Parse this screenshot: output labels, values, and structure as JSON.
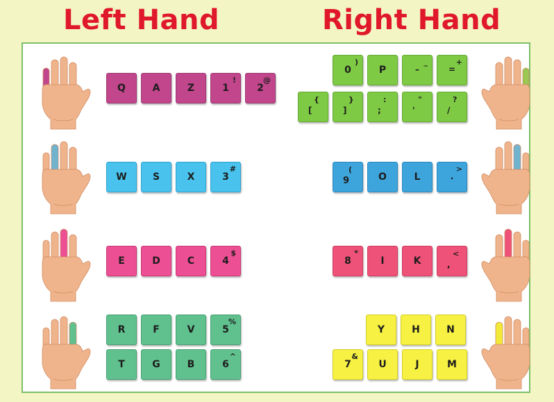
{
  "titles": {
    "left": "Left Hand",
    "right": "Right Hand"
  },
  "colors": {
    "title": "#e0192a",
    "panel_border": "#7bbf67",
    "background": "#f4f5c4",
    "pinky_left": "#c1468c",
    "pinky_right": "#7fca45",
    "ring_left": "#49c3ee",
    "ring_right": "#3ea4dc",
    "middle_left": "#ec4f93",
    "middle_right": "#ee5278",
    "index_left": "#60c08e",
    "index_right": "#f6f142"
  },
  "left": {
    "pinky": [
      {
        "main": "Q",
        "shift": ""
      },
      {
        "main": "A",
        "shift": ""
      },
      {
        "main": "Z",
        "shift": ""
      },
      {
        "main": "1",
        "shift": "!"
      },
      {
        "main": "2",
        "shift": "@"
      }
    ],
    "ring": [
      {
        "main": "W",
        "shift": ""
      },
      {
        "main": "S",
        "shift": ""
      },
      {
        "main": "X",
        "shift": ""
      },
      {
        "main": "3",
        "shift": "#"
      }
    ],
    "middle": [
      {
        "main": "E",
        "shift": ""
      },
      {
        "main": "D",
        "shift": ""
      },
      {
        "main": "C",
        "shift": ""
      },
      {
        "main": "4",
        "shift": "$"
      }
    ],
    "index_row1": [
      {
        "main": "R",
        "shift": ""
      },
      {
        "main": "F",
        "shift": ""
      },
      {
        "main": "V",
        "shift": ""
      },
      {
        "main": "5",
        "shift": "%"
      }
    ],
    "index_row2": [
      {
        "main": "T",
        "shift": ""
      },
      {
        "main": "G",
        "shift": ""
      },
      {
        "main": "B",
        "shift": ""
      },
      {
        "main": "6",
        "shift": "^"
      }
    ]
  },
  "right": {
    "pinky_row1": [
      {
        "main": "0",
        "shift": ")"
      },
      {
        "main": "P",
        "shift": ""
      },
      {
        "main": "–",
        "shift": "_"
      },
      {
        "main": "=",
        "shift": "+"
      }
    ],
    "pinky_row2": [
      {
        "main": "[",
        "shift": "{"
      },
      {
        "main": "]",
        "shift": "}"
      },
      {
        "main": ";",
        "shift": ":"
      },
      {
        "main": "'",
        "shift": "\""
      },
      {
        "main": "/",
        "shift": "?"
      }
    ],
    "ring": [
      {
        "main": "9",
        "shift": "("
      },
      {
        "main": "O",
        "shift": ""
      },
      {
        "main": "L",
        "shift": ""
      },
      {
        "main": ".",
        "shift": ">"
      }
    ],
    "middle": [
      {
        "main": "8",
        "shift": "*"
      },
      {
        "main": "I",
        "shift": ""
      },
      {
        "main": "K",
        "shift": ""
      },
      {
        "main": ",",
        "shift": "<"
      }
    ],
    "index_row1": [
      {
        "main": "Y",
        "shift": ""
      },
      {
        "main": "H",
        "shift": ""
      },
      {
        "main": "N",
        "shift": ""
      }
    ],
    "index_row2": [
      {
        "main": "7",
        "shift": "&"
      },
      {
        "main": "U",
        "shift": ""
      },
      {
        "main": "J",
        "shift": ""
      },
      {
        "main": "M",
        "shift": ""
      }
    ]
  },
  "hands": [
    {
      "side": "left",
      "finger": "pinky",
      "color": "#c1468c"
    },
    {
      "side": "left",
      "finger": "ring",
      "color": "#6fb3cf"
    },
    {
      "side": "left",
      "finger": "middle",
      "color": "#ec4f93"
    },
    {
      "side": "left",
      "finger": "index",
      "color": "#60c08e"
    },
    {
      "side": "right",
      "finger": "pinky",
      "color": "#9bc752"
    },
    {
      "side": "right",
      "finger": "ring",
      "color": "#6fb3cf"
    },
    {
      "side": "right",
      "finger": "middle",
      "color": "#ee5278"
    },
    {
      "side": "right",
      "finger": "index",
      "color": "#f3ea38"
    }
  ]
}
